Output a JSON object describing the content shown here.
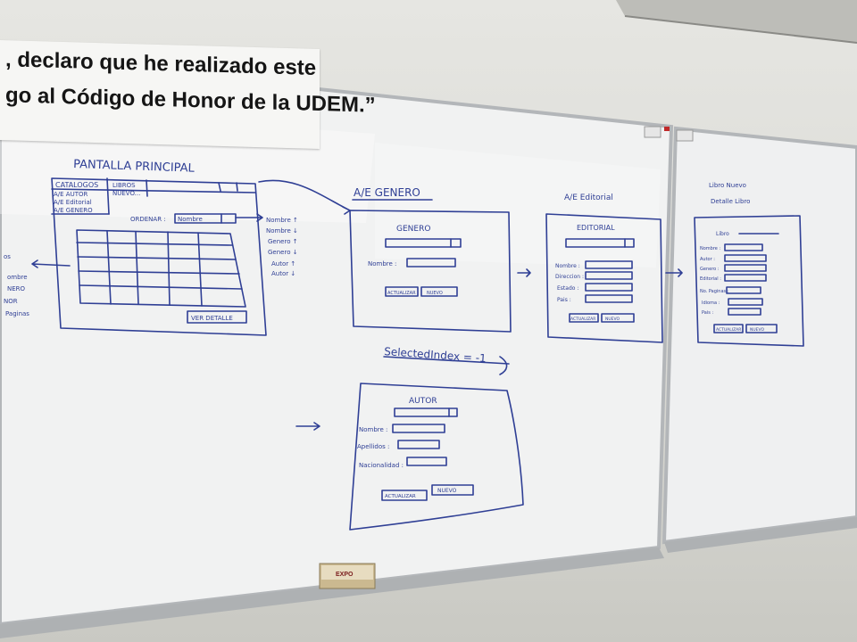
{
  "sign": {
    "line1": ", declaro que he realizado este",
    "line2": "go al Código de Honor de la UDEM.”"
  },
  "board": {
    "main_screen": {
      "title": "PANTALLA PRINCIPAL",
      "menu_catalogs": "CATALOGOS",
      "menu_books": "LIBROS",
      "menu_new": "NUEVO...",
      "menu_items": [
        "A/E AUTOR",
        "A/E Editorial",
        "A/E GENERO"
      ],
      "sort_label": "ORDENAR :",
      "sort_value": "Nombre",
      "view_detail_button": "VER DETALLE"
    },
    "sort_options": [
      "Nombre ↑",
      "Nombre ↓",
      "Genero ↑",
      "Genero ↓",
      "Autor ↑",
      "Autor ↓"
    ],
    "left_notes": [
      "os",
      "ombre",
      "NERO",
      "NOR",
      "Paginas"
    ],
    "genero": {
      "heading": "A/E GENERO",
      "form_title": "GENERO",
      "field_name": "Nombre :",
      "update_button": "ACTUALIZAR",
      "new_button": "NUEVO"
    },
    "editorial": {
      "heading": "A/E Editorial",
      "form_title": "EDITORIAL",
      "fields": [
        "Nombre :",
        "Direccion :",
        "Estado :",
        "Pais :"
      ],
      "update_button": "ACTUALIZAR",
      "new_button": "NUEVO"
    },
    "selected_index": "SelectedIndex = -1",
    "autor": {
      "form_title": "AUTOR",
      "fields": [
        "Nombre :",
        "Apellidos :",
        "Nacionalidad :"
      ],
      "update_button": "ACTUALIZAR",
      "new_button": "NUEVO"
    },
    "libro": {
      "heading1": "Libro Nuevo",
      "heading2": "Detalle Libro",
      "field_top": "Libro",
      "fields": [
        "Nombre :",
        "Autor :",
        "Genero :",
        "Editorial :",
        "No. Paginas :",
        "Idioma :",
        "Pais :"
      ],
      "update_button": "ACTUALIZAR",
      "new_button": "NUEVO"
    },
    "eraser_label": "EXPO"
  },
  "colors": {
    "ink": "#2f3f95",
    "board": "#f3f4f4",
    "frame": "#b8bcbf",
    "wall": "#d8d8d3"
  }
}
